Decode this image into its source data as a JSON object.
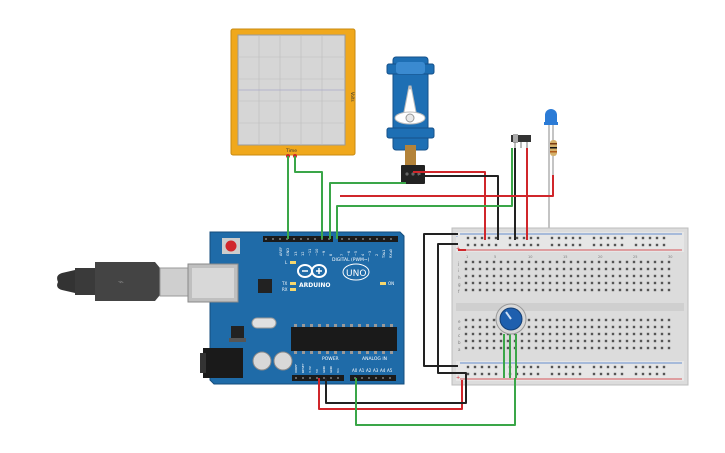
{
  "scope": {
    "axis_label_y": "Volts",
    "axis_label_x": "Time"
  },
  "arduino": {
    "brand": "ARDUINO",
    "model": "UNO",
    "tx": "TX",
    "rx": "RX",
    "l": "L",
    "on": "ON",
    "digital_header": "DIGITAL (PWM~)",
    "power_header": "POWER",
    "analog_header": "ANALOG IN",
    "aref": "AREF",
    "gnd": "GND",
    "digital_pins": [
      "13",
      "12",
      "~11",
      "~10",
      "~9",
      "8",
      "7",
      "~6",
      "~5",
      "4",
      "~3",
      "2",
      "TX▸1",
      "RX◂0"
    ],
    "power_pins": [
      "IOREF",
      "RESET",
      "3.3V",
      "5V",
      "GND",
      "GND",
      "Vin"
    ],
    "analog_pins": [
      "A0",
      "A1",
      "A2",
      "A3",
      "A4",
      "A5"
    ]
  },
  "breadboard": {
    "row_letters_top": [
      "j",
      "i",
      "h",
      "g",
      "f"
    ],
    "row_letters_bottom": [
      "e",
      "d",
      "c",
      "b",
      "a"
    ],
    "col_numbers": [
      "1",
      "5",
      "10",
      "15",
      "20",
      "25",
      "30"
    ],
    "minus": "-",
    "plus": "+"
  },
  "wires": {
    "red": "#d0262b",
    "black": "#222222",
    "green": "#3aa648"
  },
  "colors": {
    "board_blue": "#1f6ba8",
    "scope_orange": "#f0a81c",
    "scope_screen": "#d6d6d6",
    "servo_blue": "#1e6fb4",
    "breadboard": "#dcdcdc",
    "led_blue": "#2b7bd6"
  }
}
